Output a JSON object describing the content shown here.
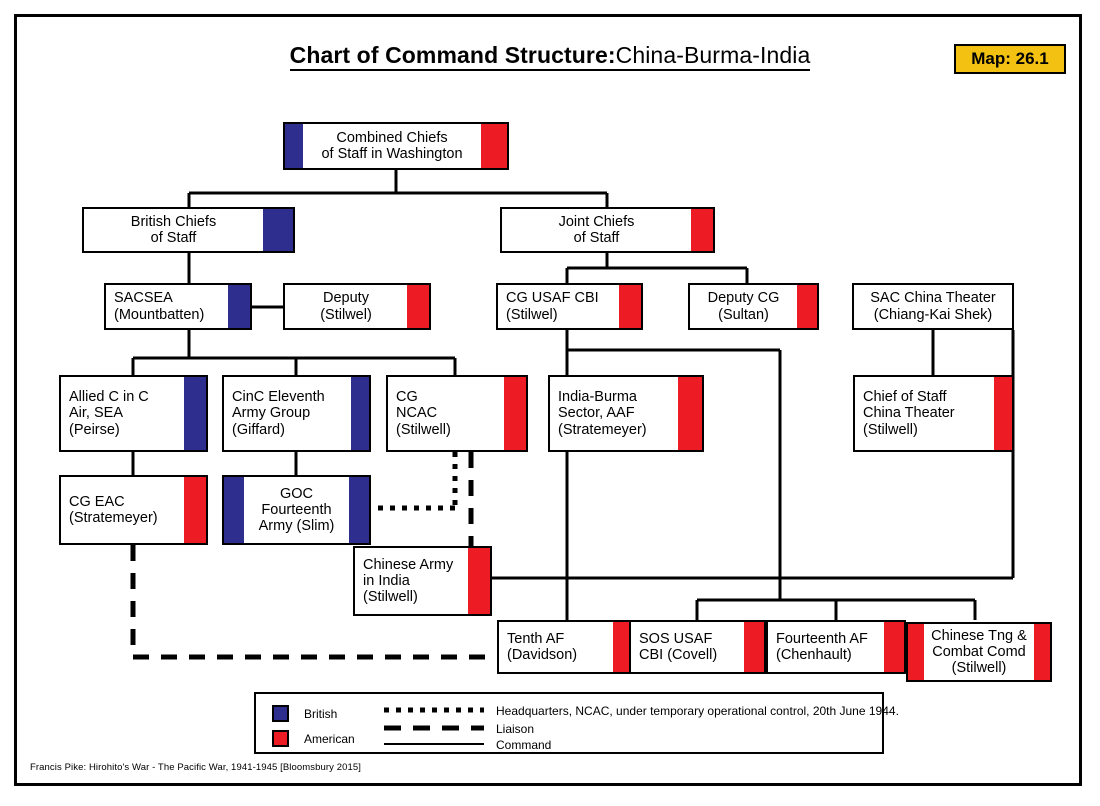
{
  "title": {
    "main": "Chart of Command Structure:",
    "subject": "China-Burma-India"
  },
  "map_tag": "Map: 26.1",
  "colors": {
    "british_blue": "#2E2E8F",
    "american_red": "#ED1C24",
    "map_tag_background": "#F2C112",
    "line": "#000000"
  },
  "nodes": [
    {
      "id": "ccs",
      "lines": [
        "Combined Chiefs",
        "of Staff in Washington"
      ],
      "flags": [
        "blue",
        "red"
      ]
    },
    {
      "id": "bcos",
      "lines": [
        "British Chiefs",
        "of Staff"
      ],
      "flags": [
        "blue"
      ]
    },
    {
      "id": "jcs",
      "lines": [
        "Joint Chiefs",
        "of Staff"
      ],
      "flags": [
        "red"
      ]
    },
    {
      "id": "sacsea",
      "lines": [
        "SACSEA",
        "(Mountbatten)"
      ],
      "flags": [
        "blue"
      ]
    },
    {
      "id": "deputy",
      "lines": [
        "Deputy",
        "(Stilwel)"
      ],
      "flags": [
        "red"
      ]
    },
    {
      "id": "cgusaf",
      "lines": [
        "CG USAF CBI",
        "(Stilwel)"
      ],
      "flags": [
        "red"
      ]
    },
    {
      "id": "deputycg",
      "lines": [
        "Deputy CG",
        "(Sultan)"
      ],
      "flags": [
        "red"
      ]
    },
    {
      "id": "sacchina",
      "lines": [
        "SAC China Theater",
        "(Chiang-Kai Shek)"
      ],
      "flags": []
    },
    {
      "id": "alliedcinc",
      "lines": [
        "Allied C in C",
        "Air, SEA",
        "(Peirse)"
      ],
      "flags": [
        "blue"
      ]
    },
    {
      "id": "cinc11",
      "lines": [
        "CinC Eleventh",
        "Army Group",
        "(Giffard)"
      ],
      "flags": [
        "blue"
      ]
    },
    {
      "id": "cgncac",
      "lines": [
        "CG",
        "NCAC",
        "(Stilwell)"
      ],
      "flags": [
        "red"
      ]
    },
    {
      "id": "indiaburma",
      "lines": [
        "India-Burma",
        "Sector, AAF",
        "(Stratemeyer)"
      ],
      "flags": [
        "red"
      ]
    },
    {
      "id": "coschina",
      "lines": [
        "Chief of Staff",
        "China Theater",
        "(Stilwell)"
      ],
      "flags": [
        "red"
      ]
    },
    {
      "id": "cgeac",
      "lines": [
        "CG EAC",
        "(Stratemeyer)"
      ],
      "flags": [
        "red"
      ]
    },
    {
      "id": "goc14",
      "lines": [
        "GOC",
        "Fourteenth",
        "Army (Slim)"
      ],
      "flags": [
        "blue",
        "blue"
      ]
    },
    {
      "id": "chinesearmy",
      "lines": [
        "Chinese Army",
        "in India",
        "(Stilwell)"
      ],
      "flags": [
        "red"
      ]
    },
    {
      "id": "tenthaf",
      "lines": [
        "Tenth AF",
        "(Davidson)"
      ],
      "flags": [
        "red"
      ]
    },
    {
      "id": "sosusaf",
      "lines": [
        "SOS USAF",
        "CBI (Covell)"
      ],
      "flags": [
        "red"
      ]
    },
    {
      "id": "fourteenthaf",
      "lines": [
        "Fourteenth AF",
        "(Chenhault)"
      ],
      "flags": [
        "red"
      ]
    },
    {
      "id": "chinesetng",
      "lines": [
        "Chinese Tng &",
        "Combat Comd",
        "(Stilwell)"
      ],
      "flags": [
        "red",
        "red"
      ]
    }
  ],
  "legend": {
    "swatches": [
      {
        "key": "british",
        "label": "British"
      },
      {
        "key": "american",
        "label": "American"
      }
    ],
    "line_styles": [
      {
        "key": "dotted",
        "label": "Headquarters, NCAC, under temporary operational control, 20th June 1944."
      },
      {
        "key": "dashed",
        "label": "Liaison"
      },
      {
        "key": "solid",
        "label": "Command"
      }
    ]
  },
  "credit": "Francis Pike:  Hirohito's War - The Pacific War, 1941-1945   [Bloomsbury 2015]"
}
